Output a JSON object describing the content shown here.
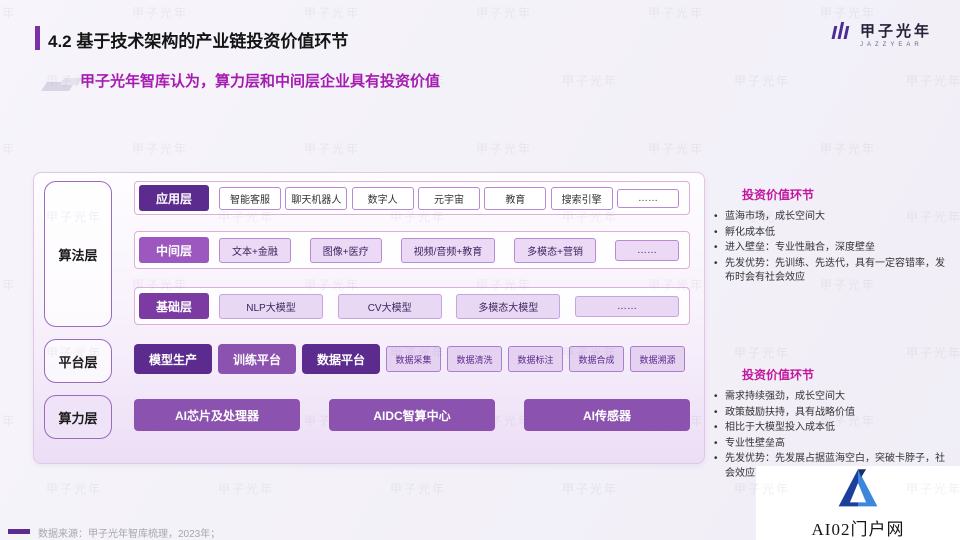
{
  "header": {
    "title": "4.2 基于技术架构的产业链投资价值环节",
    "logo_text": "甲子光年",
    "logo_subtext": "JAZZYEAR",
    "subtitle": "甲子光年智库认为，算力层和中间层企业具有投资价值"
  },
  "diagram": {
    "left_labels": [
      "算法层",
      "平台层",
      "算力层"
    ],
    "rows": [
      {
        "header": "应用层",
        "items": [
          "智能客服",
          "聊天机器人",
          "数字人",
          "元宇宙",
          "教育",
          "搜索引擎",
          "……"
        ]
      },
      {
        "header": "中间层",
        "items": [
          "文本+金融",
          "图像+医疗",
          "视频/音频+教育",
          "多模态+营销",
          "……"
        ]
      },
      {
        "header": "基础层",
        "items": [
          "NLP大模型",
          "CV大模型",
          "多模态大模型",
          "……"
        ]
      }
    ],
    "platform_row": {
      "solid_items": [
        "模型生产",
        "训练平台",
        "数据平台"
      ],
      "data_items": [
        "数据采集",
        "数据清洗",
        "数据标注",
        "数据合成",
        "数据溯源"
      ]
    },
    "compute_row": {
      "items": [
        "AI芯片及处理器",
        "AIDC智算中心",
        "AI传感器"
      ]
    }
  },
  "right_panels": [
    {
      "title": "投资价值环节",
      "bullets": [
        "蓝海市场，成长空间大",
        "孵化成本低",
        "进入壁垒：专业性融合，深度壁垒",
        "先发优势：先训练、先迭代，具有一定容错率，发布时会有社会效应"
      ]
    },
    {
      "title": "投资价值环节",
      "bullets": [
        "需求持续强劲，成长空间大",
        "政策鼓励扶持，具有战略价值",
        "相比于大模型投入成本低",
        "专业性壁垒高",
        "先发优势：先发展占据蓝海空白，突破卡脖子，社会效应高"
      ]
    }
  ],
  "footer": {
    "source": "数据来源：甲子光年智库梳理，2023年；"
  },
  "watermark": {
    "logo_text": "甲子光年",
    "badge_text": "AI02门户网"
  },
  "colors": {
    "purple_dark": "#5B2B8E",
    "purple_mid": "#8C52B0",
    "purple_light": "#9D58C0",
    "magenta_title": "#C2189E",
    "subtitle_purple": "#A61CB0",
    "badge_blue_dark": "#1C3F9C",
    "badge_blue_light": "#3C86DC"
  }
}
